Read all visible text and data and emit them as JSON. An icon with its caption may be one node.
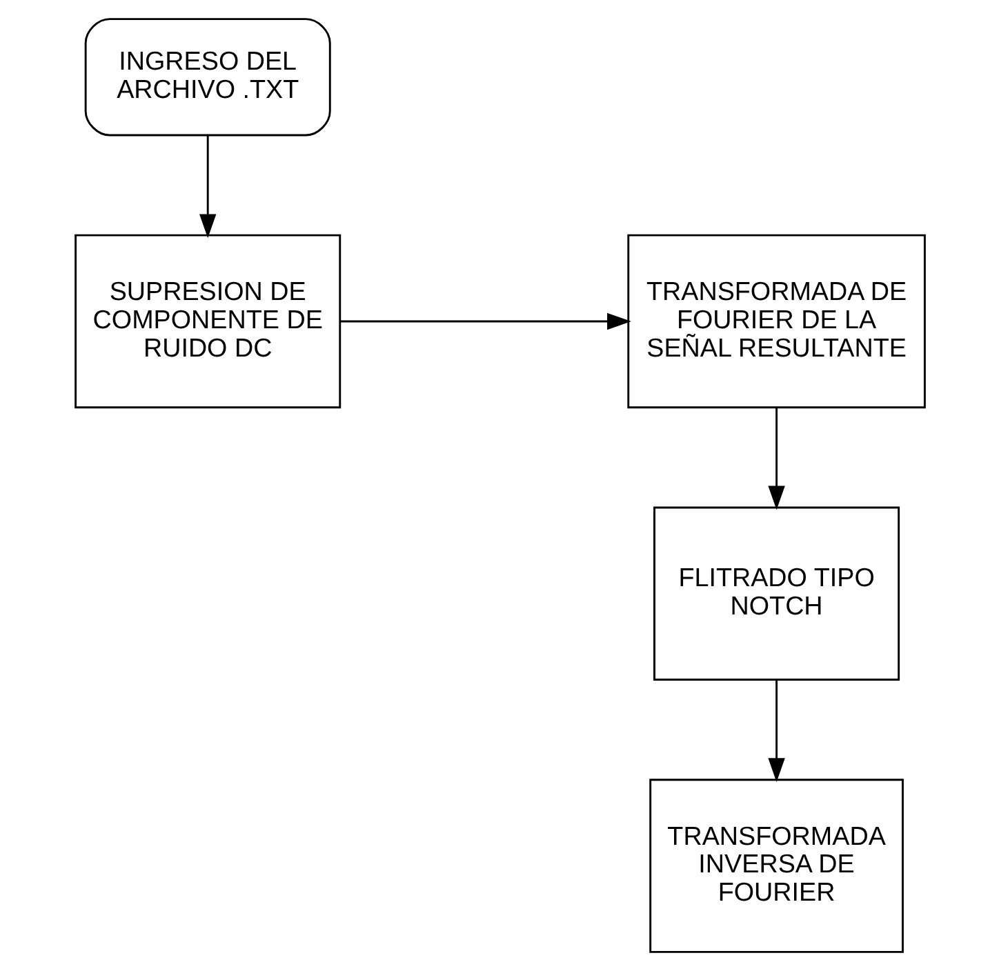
{
  "diagram": {
    "nodes": [
      {
        "text": [
          "INGRESO DEL ARCHIVO .TXT"
        ]
      },
      {
        "text": [
          "SUPRESION DE COMPONENTE DE RUIDO DC"
        ]
      },
      {
        "text": [
          "TRANSFORMADA DE FOURIER DE LA SEÑAL RESULTANTE"
        ]
      },
      {
        "text": [
          "FLITRADO TIPO NOTCH"
        ]
      },
      {
        "text": [
          "TRANSFORMADA INVERSA DE FOURIER"
        ]
      }
    ],
    "edges": [
      {
        "from": 0,
        "to": 1,
        "arrow": "to"
      },
      {
        "from": 1,
        "to": 2,
        "arrow": "to"
      },
      {
        "from": 2,
        "to": 3,
        "arrow": "to"
      },
      {
        "from": 3,
        "to": 4,
        "arrow": "to"
      }
    ]
  }
}
